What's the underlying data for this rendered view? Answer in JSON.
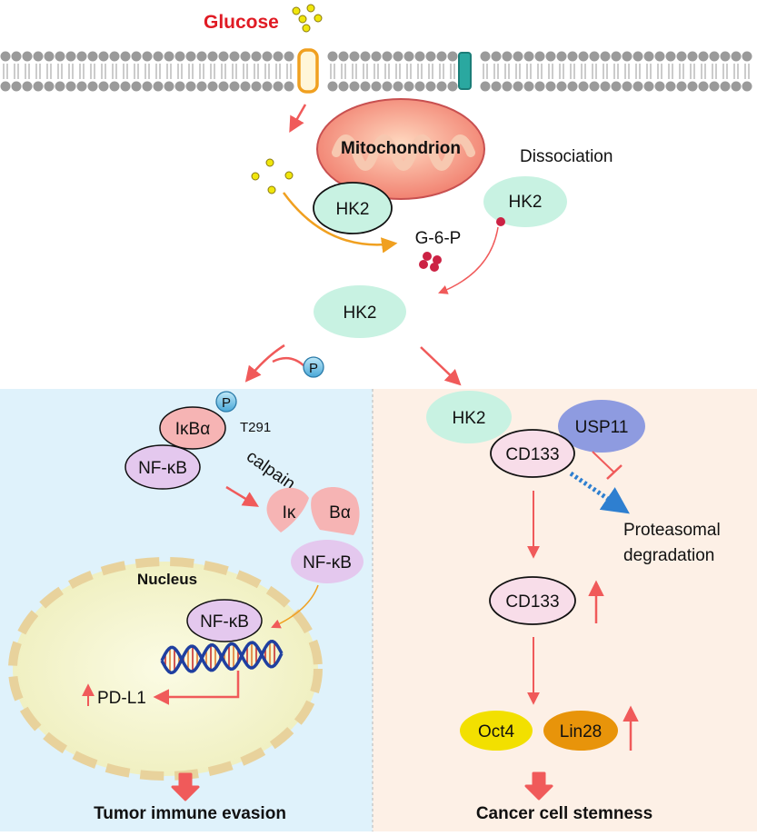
{
  "labels": {
    "glucose": "Glucose",
    "mitochondrion": "Mitochondrion",
    "dissociation": "Dissociation",
    "hk2": "HK2",
    "g6p": "G-6-P",
    "p": "P",
    "ikba": "IκBα",
    "t291": "T291",
    "nfkb": "NF-κB",
    "calpain": "calpain",
    "ik": "Iκ",
    "ba": "Bα",
    "nucleus": "Nucleus",
    "pdl1": "PD-L1",
    "cd133": "CD133",
    "usp11": "USP11",
    "proteasomal_line1": "Proteasomal",
    "proteasomal_line2": "degradation",
    "oct4": "Oct4",
    "lin28": "Lin28",
    "tumor_evasion": "Tumor immune evasion",
    "stemness": "Cancer cell stemness"
  },
  "colors": {
    "glucose_text": "#e01b24",
    "arrow_red": "#f05a5a",
    "arrow_orange": "#f0a020",
    "left_panel": "#dff2fb",
    "right_panel": "#fdf0e6",
    "hk2_fill": "#c8f2e2",
    "nfkb_fill": "#e4c8ee",
    "ikba_fill": "#f6b4b4",
    "usp11_fill": "#8e9be0",
    "cd133_fill": "#f8dde9",
    "oct4_fill": "#f2e000",
    "lin28_fill": "#e8940a",
    "membrane": "#9a9a9a",
    "nucleus_fill": "#f3f2c6",
    "nucleus_border": "#e8d29c",
    "glucose_dot": "#f0e60c",
    "g6p_dot": "#cc2244",
    "proteasome_arrow": "#2e7fd0"
  }
}
